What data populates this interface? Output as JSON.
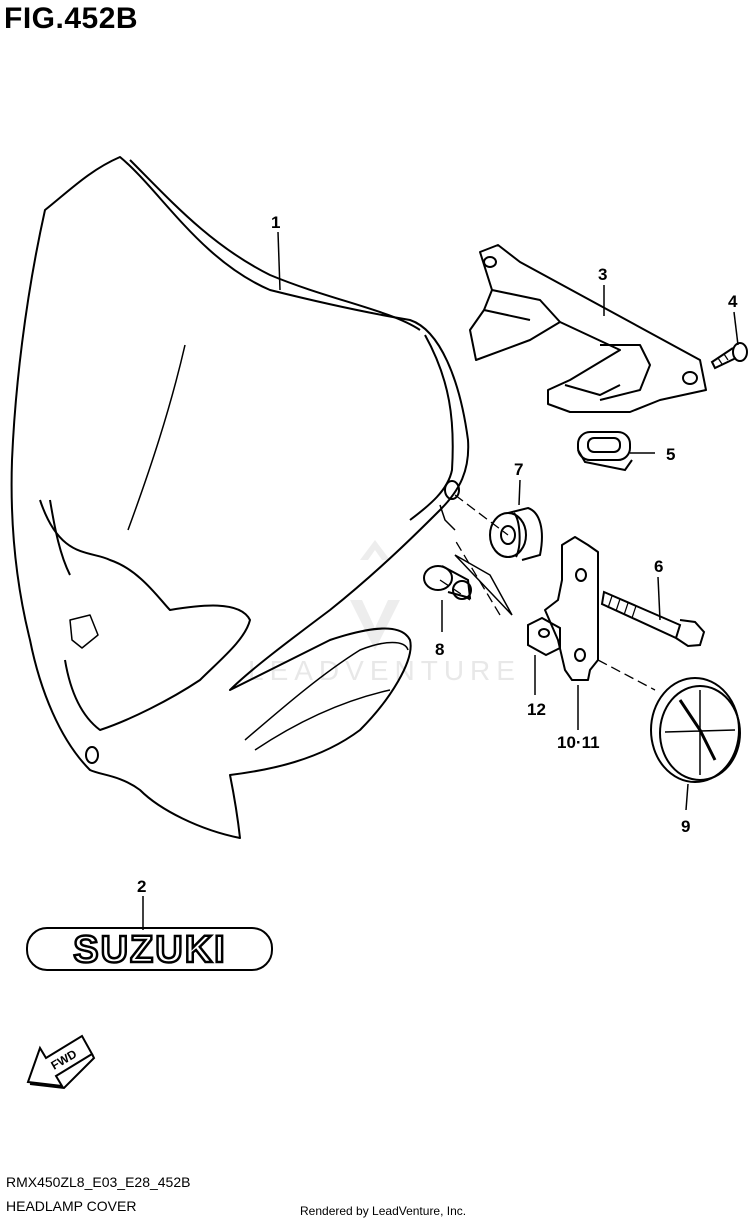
{
  "figure": {
    "title": "FIG.452B",
    "model_code": "RMX450ZL8_E03_E28_452B",
    "name": "HEADLAMP COVER",
    "credit": "Rendered by LeadVenture, Inc."
  },
  "watermark": {
    "text": "LEADVENTURE"
  },
  "callouts": {
    "c1": "1",
    "c2": "2",
    "c3": "3",
    "c4": "4",
    "c5": "5",
    "c6": "6",
    "c7": "7",
    "c8": "8",
    "c9": "9",
    "c10_11": "10·11",
    "c12": "12"
  },
  "emblem": {
    "text": "SUZUKI"
  },
  "direction_arrow": {
    "text": "FWD"
  }
}
